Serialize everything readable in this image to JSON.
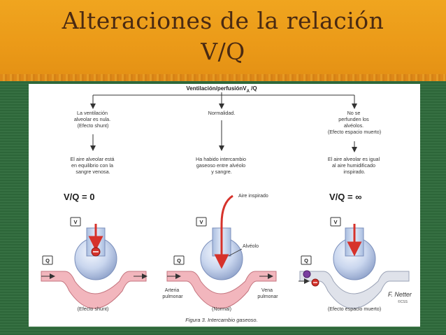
{
  "slide": {
    "title_line1": "Alteraciones de la relación",
    "title_line2": "V/Q"
  },
  "figure": {
    "header": "Ventilación/perfusión",
    "header_sym": "V",
    "header_sub": "A",
    "header_tail": " /Q",
    "columns": [
      {
        "desc": [
          "La ventilación",
          "alveolar es nula.",
          "(Efecto shunt)"
        ],
        "result": [
          "El aire alveolar está",
          "en equilibrio con la",
          "sangre venosa."
        ],
        "ratio": "V/Q = 0",
        "bottom": "(Efecto shunt)"
      },
      {
        "desc": [
          "Normalidad."
        ],
        "result": [
          "Ha habido intercambio",
          "gaseoso entre alvéolo",
          "y sangre."
        ],
        "ratio": "",
        "bottom": "(Normal)"
      },
      {
        "desc": [
          "No se",
          "perfunden los",
          "alvéolos.",
          "(Efecto espacio muerto)"
        ],
        "result": [
          "El aire alveolar es igual",
          "al aire humidificado",
          "inspirado."
        ],
        "ratio": "V/Q = ∞",
        "bottom": "(Efecto espacio muerto)"
      }
    ],
    "labels": {
      "v": "V",
      "q": "Q",
      "aire_inspirado": "Aire inspirado",
      "alveolo": "Alvéolo",
      "arteria": [
        "Arteria",
        "pulmonar"
      ],
      "vena": [
        "Vena",
        "pulmonar"
      ]
    },
    "caption": "Figura 3. Intercambio gaseoso.",
    "signature": "F. Netter",
    "signature_mark": "©CSS"
  },
  "colors": {
    "title": "#4a2a12",
    "band": "#ec9c1a",
    "background": "#2f6b3c",
    "arrow_red": "#d6322b",
    "vessel_pink": "#f2b6bd",
    "alveolus_blue": "#c9d6ee"
  }
}
